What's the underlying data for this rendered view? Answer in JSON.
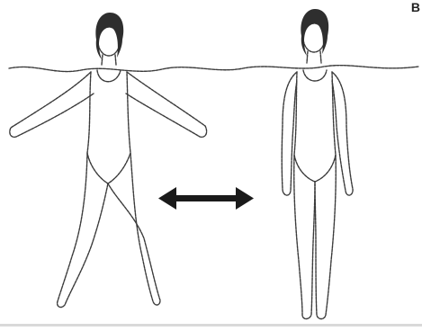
{
  "figure": {
    "corner_label": "B",
    "left_figure": "figure-arms-legs-spread",
    "right_figure": "figure-arms-legs-together",
    "connector": "double-headed-arrow",
    "water_line": "wavy-water-surface",
    "colors": {
      "background": "#ffffff",
      "line": "#3a3a3a",
      "hair": "#2e2e2e",
      "arrow": "#1a1a1a"
    }
  }
}
